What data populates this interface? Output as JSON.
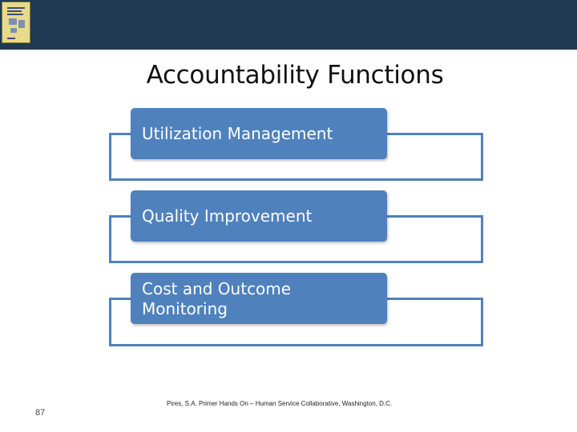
{
  "slide": {
    "title": "Accountability Functions",
    "items": [
      {
        "label": "Utilization Management"
      },
      {
        "label": "Quality Improvement"
      },
      {
        "label": "Cost and Outcome Monitoring"
      }
    ],
    "citation": "Pires, S.A. Primer Hands On – Human Service Collaborative, Washington, D.C.",
    "page_number": "87"
  },
  "colors": {
    "header_bar": "#1f3a52",
    "box_fill": "#4f81bd",
    "frame_line": "#4f81bd"
  },
  "icons": [
    "book-cover-thumbnail"
  ]
}
